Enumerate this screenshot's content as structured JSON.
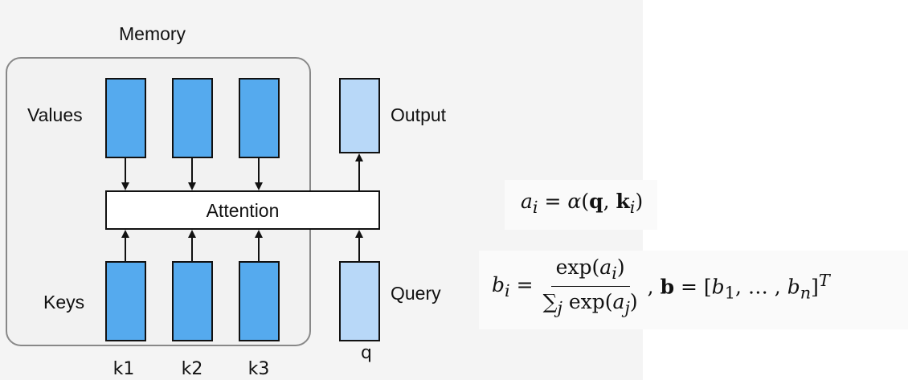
{
  "diagram": {
    "memory_label": "Memory",
    "values_label": "Values",
    "keys_label": "Keys",
    "output_label": "Output",
    "query_label": "Query",
    "attention_label": "Attention",
    "key_labels": [
      "k1",
      "k2",
      "k3"
    ],
    "query_symbol": "q",
    "colors": {
      "memory_box": "#f2f2f2",
      "memory_border": "#888888",
      "memory_vector": "#55aaee",
      "query_output_vector": "#b8d8f8",
      "outline": "#000000"
    }
  },
  "equations": {
    "eq1": "a_i = α(q, k_i)",
    "eq2": "b_i = exp(a_i) / Σ_j exp(a_j), b = [b_1, …, b_n]^T"
  }
}
